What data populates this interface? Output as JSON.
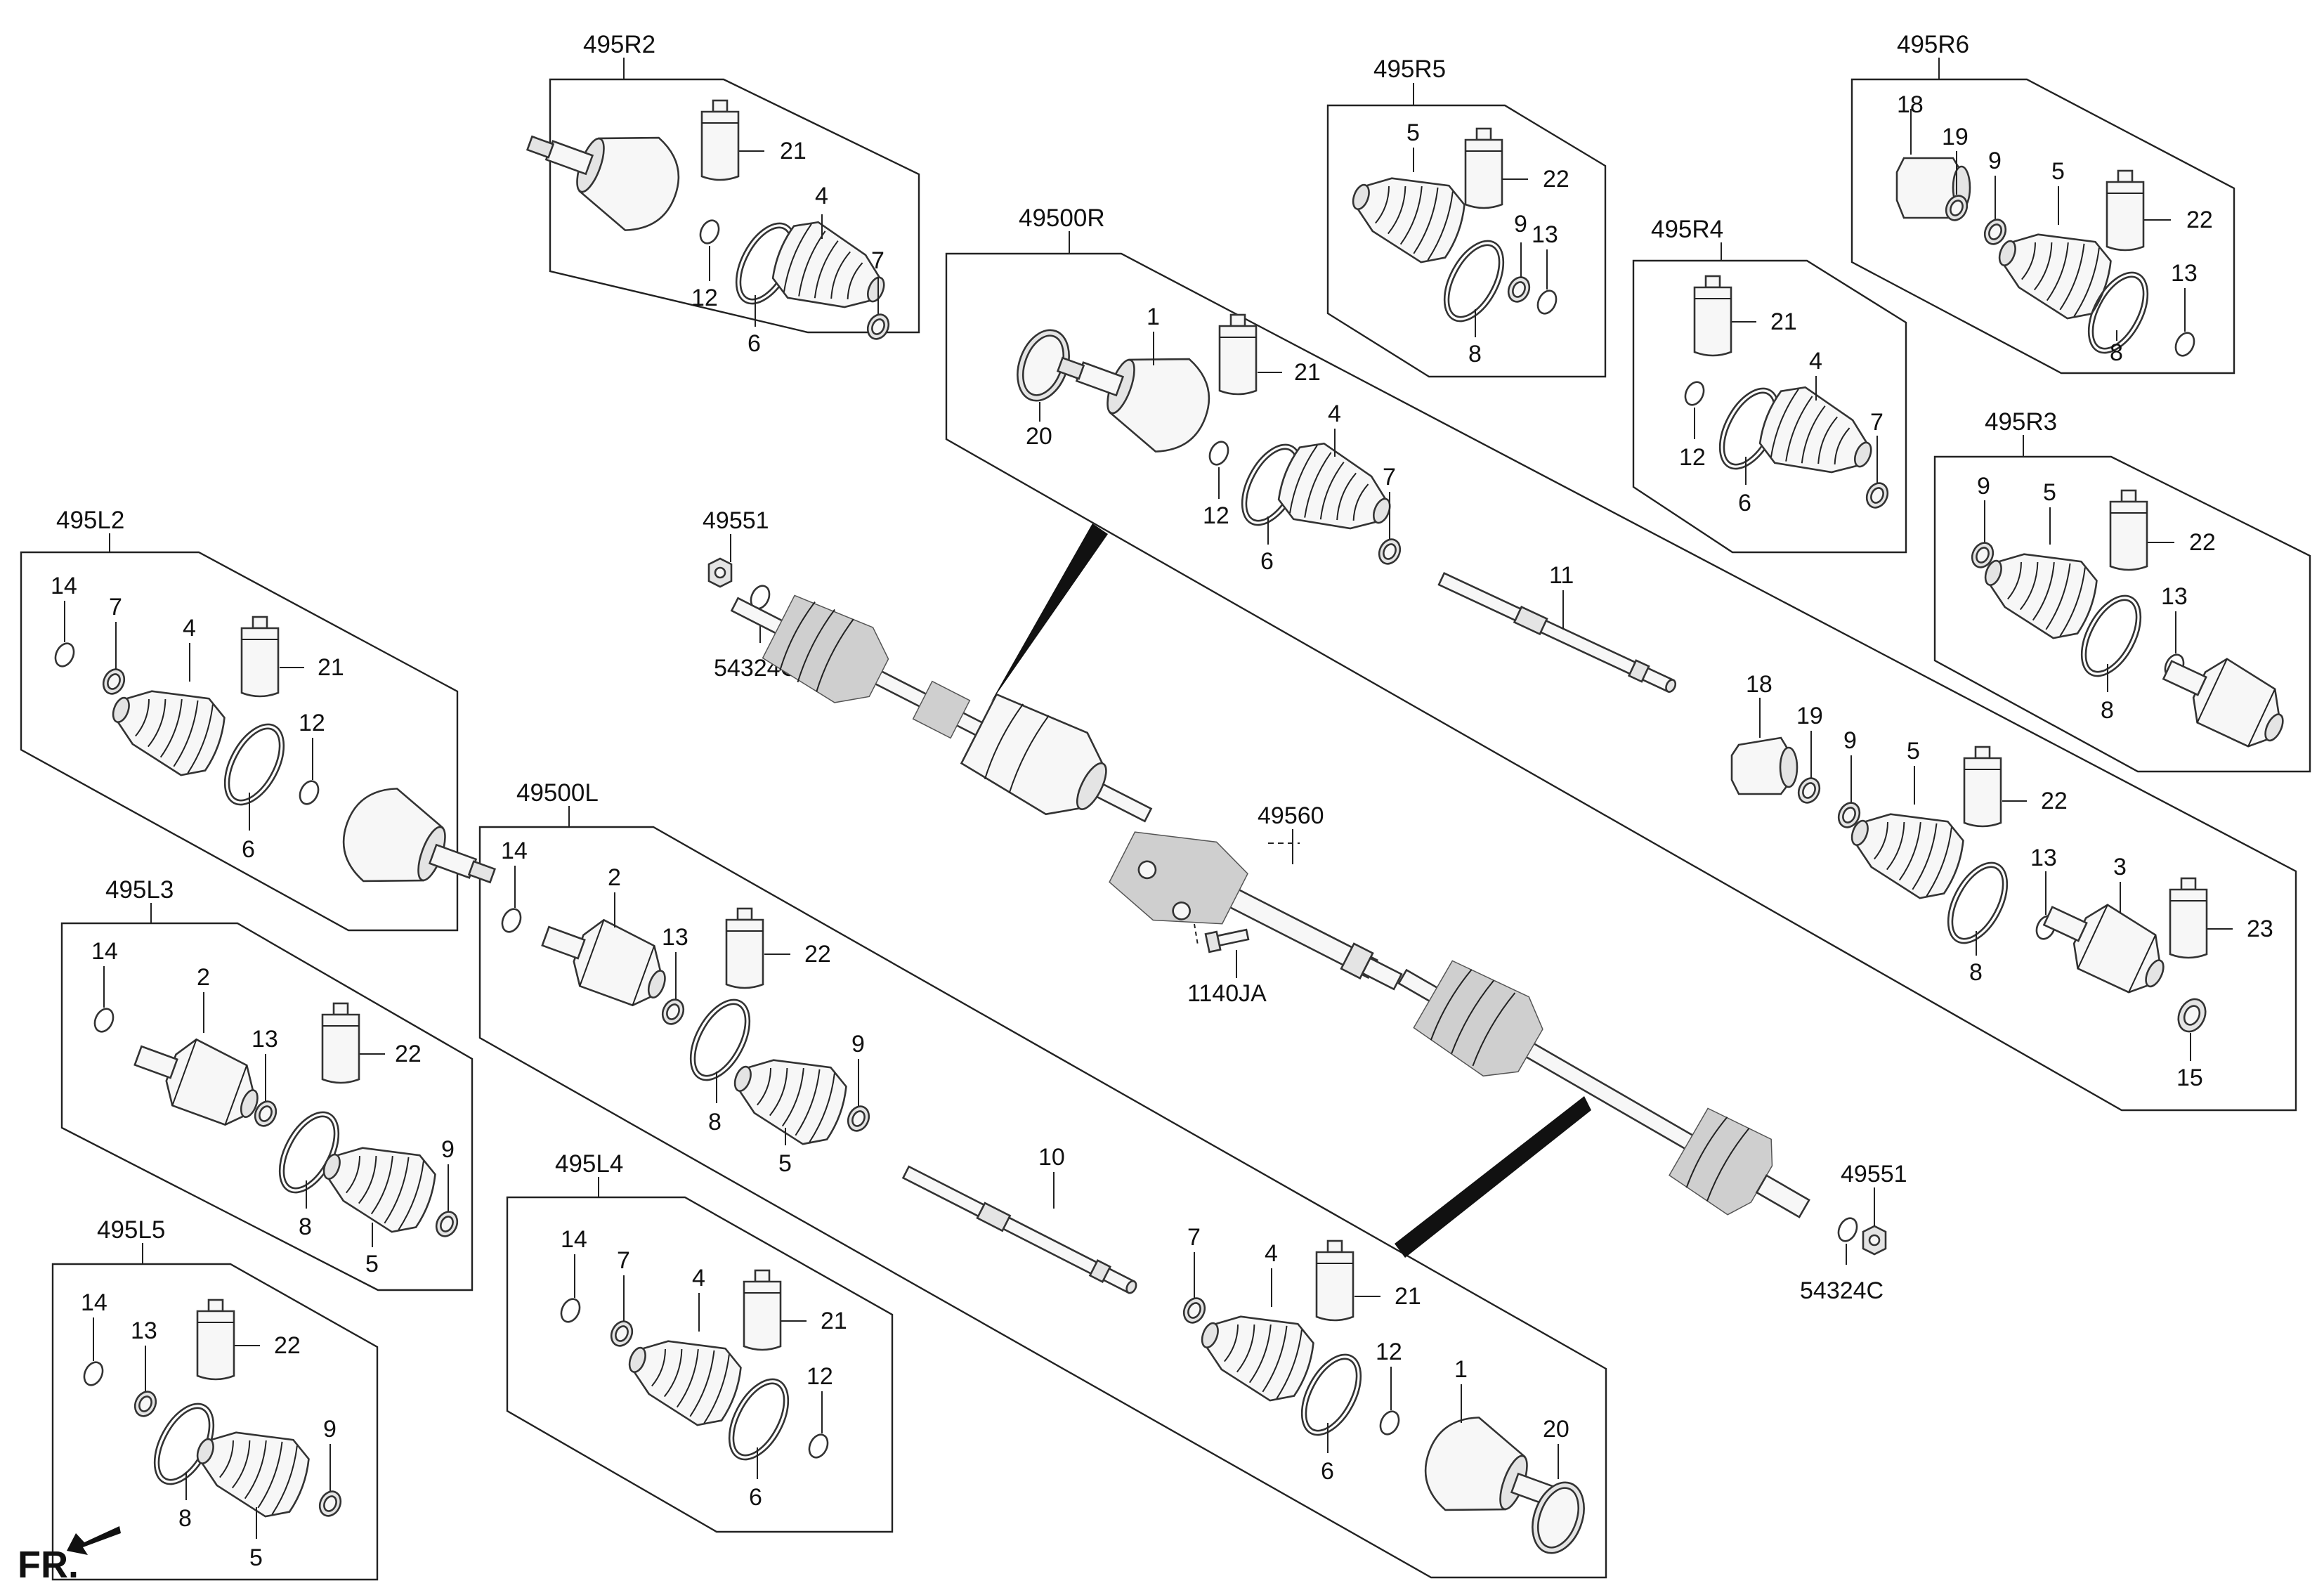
{
  "groups": {
    "g495R2": "495R2",
    "g495R5": "495R5",
    "g495R6": "495R6",
    "g495R4": "495R4",
    "g495R3": "495R3",
    "g49500R": "49500R",
    "g495L2": "495L2",
    "g495L3": "495L3",
    "g495L5": "495L5",
    "g49500L": "49500L",
    "g495L4": "495L4"
  },
  "parts": {
    "p49551": "49551",
    "p54324C": "54324C",
    "p49560": "49560",
    "p1140JA": "1140JA",
    "n1": "1",
    "n2": "2",
    "n3": "3",
    "n4": "4",
    "n5": "5",
    "n6": "6",
    "n7": "7",
    "n8": "8",
    "n9": "9",
    "n10": "10",
    "n11": "11",
    "n12": "12",
    "n13": "13",
    "n14": "14",
    "n15": "15",
    "n18": "18",
    "n19": "19",
    "n20": "20",
    "n21": "21",
    "n22": "22",
    "n23": "23"
  },
  "direction": {
    "label": "FR."
  },
  "icons": {
    "front-arrow": "front-direction-arrow-icon",
    "grease-tube": "grease-tube-icon",
    "boot": "cv-boot-icon",
    "clamp": "boot-clamp-icon",
    "snap-ring": "snap-ring-icon",
    "joint": "cv-joint-icon",
    "shaft": "drive-shaft-icon",
    "bracket": "bearing-bracket-icon"
  },
  "colors": {
    "line": "#222222",
    "part_fill": "#f7f7f7",
    "part_shade": "#cfcfcf",
    "background": "#ffffff"
  }
}
